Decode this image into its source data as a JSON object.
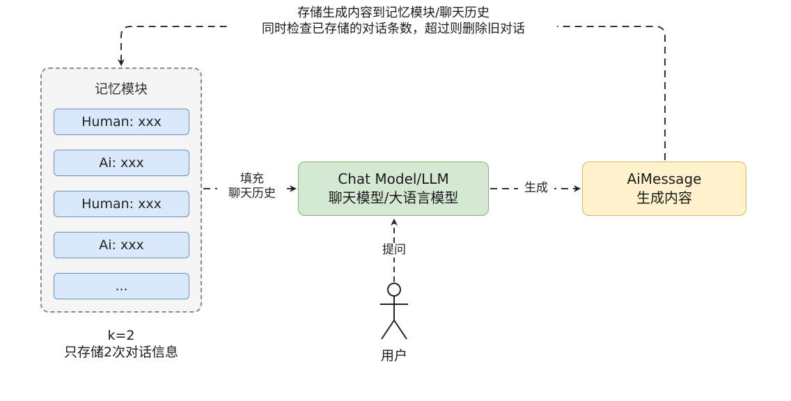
{
  "top_note": {
    "line1": "存储生成内容到记忆模块/聊天历史",
    "line2": "同时检查已存储的对话条数，超过则删除旧对话"
  },
  "memory": {
    "title": "记忆模块",
    "slots": [
      "Human: xxx",
      "Ai: xxx",
      "Human: xxx",
      "Ai: xxx",
      "..."
    ],
    "note_line1": "k=2",
    "note_line2": "只存储2次对话信息"
  },
  "edges": {
    "fill_history_line1": "填充",
    "fill_history_line2": "聊天历史",
    "generate": "生成",
    "ask": "提问"
  },
  "llm": {
    "line1": "Chat Model/LLM",
    "line2": "聊天模型/大语言模型"
  },
  "ai_message": {
    "line1": "AiMessage",
    "line2": "生成内容"
  },
  "user": {
    "label": "用户"
  },
  "colors": {
    "memory_bg": "#f5f5f5",
    "slot_fill": "#dae8fc",
    "slot_border": "#6c8ebf",
    "llm_fill": "#d5e8d4",
    "llm_border": "#82b366",
    "ai_fill": "#fff2cc",
    "ai_border": "#d6b656"
  }
}
